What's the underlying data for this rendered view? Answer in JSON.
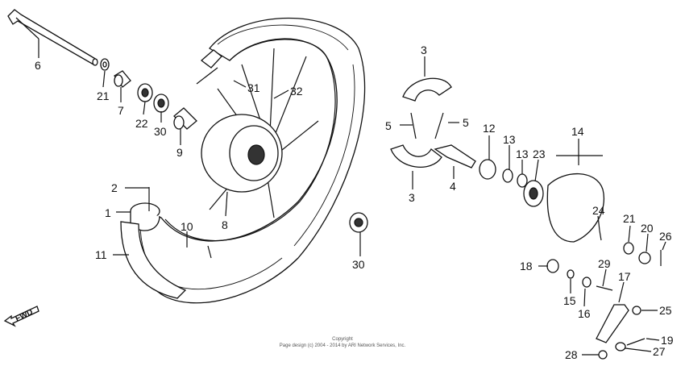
{
  "diagram": {
    "callouts": [
      {
        "id": "c6",
        "text": "6"
      },
      {
        "id": "c21a",
        "text": "21"
      },
      {
        "id": "c7",
        "text": "7"
      },
      {
        "id": "c22",
        "text": "22"
      },
      {
        "id": "c30a",
        "text": "30"
      },
      {
        "id": "c9",
        "text": "9"
      },
      {
        "id": "c31",
        "text": "31"
      },
      {
        "id": "c32",
        "text": "32"
      },
      {
        "id": "c8",
        "text": "8"
      },
      {
        "id": "c2",
        "text": "2"
      },
      {
        "id": "c1",
        "text": "1"
      },
      {
        "id": "c10",
        "text": "10"
      },
      {
        "id": "c11",
        "text": "11"
      },
      {
        "id": "c30b",
        "text": "30"
      },
      {
        "id": "c3a",
        "text": "3"
      },
      {
        "id": "c5a",
        "text": "5"
      },
      {
        "id": "c5b",
        "text": "5"
      },
      {
        "id": "c3b",
        "text": "3"
      },
      {
        "id": "c4",
        "text": "4"
      },
      {
        "id": "c12",
        "text": "12"
      },
      {
        "id": "c13a",
        "text": "13"
      },
      {
        "id": "c13b",
        "text": "13"
      },
      {
        "id": "c23",
        "text": "23"
      },
      {
        "id": "c14",
        "text": "14"
      },
      {
        "id": "c24",
        "text": "24"
      },
      {
        "id": "c21b",
        "text": "21"
      },
      {
        "id": "c20",
        "text": "20"
      },
      {
        "id": "c26",
        "text": "26"
      },
      {
        "id": "c18",
        "text": "18"
      },
      {
        "id": "c29",
        "text": "29"
      },
      {
        "id": "c15",
        "text": "15"
      },
      {
        "id": "c17",
        "text": "17"
      },
      {
        "id": "c16",
        "text": "16"
      },
      {
        "id": "c25",
        "text": "25"
      },
      {
        "id": "c19",
        "text": "19"
      },
      {
        "id": "c28",
        "text": "28"
      },
      {
        "id": "c27",
        "text": "27"
      }
    ],
    "direction_label": "FWD",
    "copyright_line1": "Copyright",
    "copyright_line2": "Page design (c) 2004 - 2014 by ARI Network Services, Inc."
  }
}
